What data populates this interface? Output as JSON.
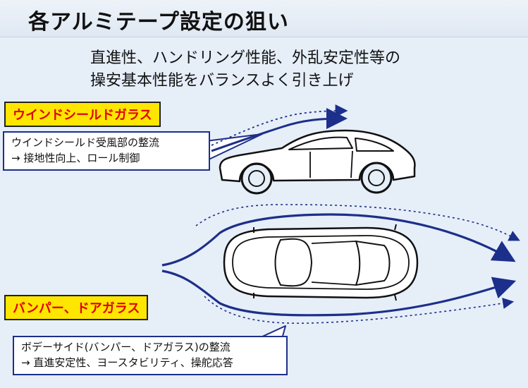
{
  "title": "各アルミテープ設定の狙い",
  "subtitle": {
    "line1": "直進性、ハンドリング性能、外乱安定性等の",
    "line2": "操安基本性能をバランスよく引き上げ"
  },
  "sections": {
    "windshield": {
      "label": "ウインドシールドガラス",
      "callout_line1": "ウインドシールド受風部の整流",
      "callout_line2": "→ 接地性向上、ロール制御"
    },
    "bumper": {
      "label": "バンパー、ドアガラス",
      "callout_line1": "ボデーサイド(バンパー、ドアガラス)の整流",
      "callout_line2": "→ 直進安定性、ヨースタビリティ、操舵応答"
    }
  },
  "colors": {
    "flow_arrow": "#1c2f8a",
    "label_bg": "#ffe600",
    "label_text": "#e00000",
    "background": "#e6eef8"
  }
}
